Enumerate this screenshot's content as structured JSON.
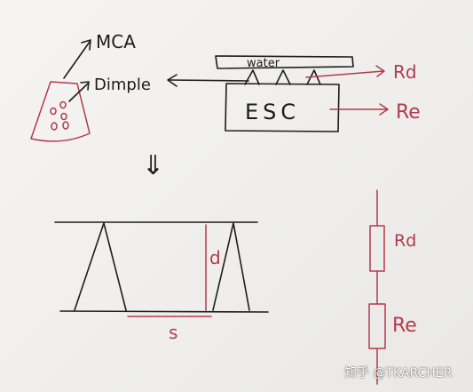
{
  "labels": {
    "mca": "MCA",
    "dimple": "Dimple",
    "water": "water",
    "esc": "ESC",
    "rd_top": "Rd",
    "re_top": "Re",
    "implies": "⇓",
    "d": "d",
    "s": "s",
    "rd_circuit": "Rd",
    "re_circuit": "Re"
  },
  "watermark": "知乎 @TKARCHER",
  "colors": {
    "ink": "#1c1c1c",
    "red": "#b43a4a",
    "paper": "#f1f0ee"
  }
}
